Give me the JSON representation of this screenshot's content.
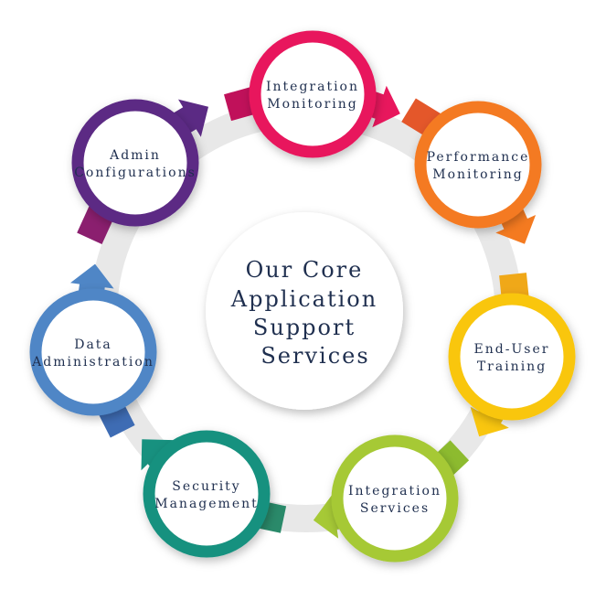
{
  "center": {
    "lines": [
      "Our Core",
      "Application",
      "Support",
      "Services"
    ]
  },
  "nodes": [
    {
      "id": "integration-monitoring",
      "lines": [
        "Integration",
        "Monitoring"
      ],
      "color": "#e8175d",
      "dark": "#c0115a"
    },
    {
      "id": "performance-monitoring",
      "lines": [
        "Performance",
        "Monitoring"
      ],
      "color": "#f47a20",
      "dark": "#e4572a"
    },
    {
      "id": "end-user-training",
      "lines": [
        "End-User",
        "Training"
      ],
      "color": "#f9c60f",
      "dark": "#f0a818"
    },
    {
      "id": "integration-services",
      "lines": [
        "Integration",
        "Services"
      ],
      "color": "#a6c936",
      "dark": "#8dbb2f"
    },
    {
      "id": "security-management",
      "lines": [
        "Security",
        "Management"
      ],
      "color": "#17917f",
      "dark": "#2a8a6a"
    },
    {
      "id": "data-administration",
      "lines": [
        "Data",
        "Administration"
      ],
      "color": "#4f86c6",
      "dark": "#3e6cb4"
    },
    {
      "id": "admin-configurations",
      "lines": [
        "Admin",
        "Configurations"
      ],
      "color": "#5b2a84",
      "dark": "#8b1f6f"
    }
  ]
}
